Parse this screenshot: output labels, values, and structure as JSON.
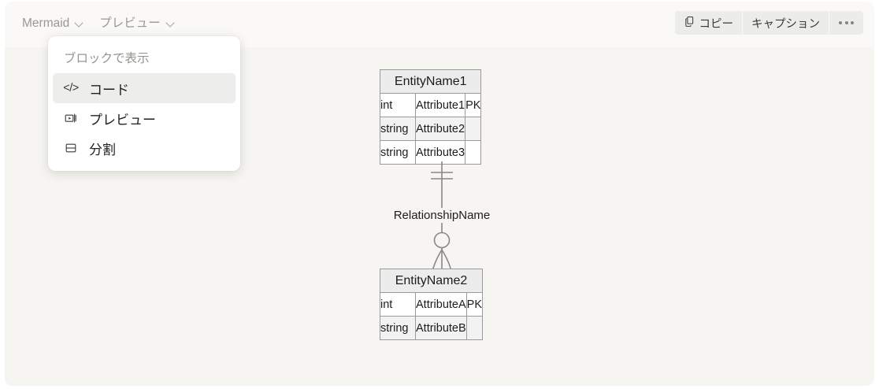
{
  "header": {
    "left_buttons": [
      {
        "label": "Mermaid",
        "icon": "chevron-down-icon"
      },
      {
        "label": "プレビュー",
        "icon": "chevron-down-icon"
      }
    ],
    "toolbar": {
      "copy_label": "コピー",
      "copy_icon": "copy-icon",
      "caption_label": "キャプション",
      "overflow_icon": "ellipsis-icon"
    }
  },
  "menu": {
    "title": "ブロックで表示",
    "items": [
      {
        "label": "コード",
        "icon": "code-icon",
        "active": true
      },
      {
        "label": "プレビュー",
        "icon": "preview-icon",
        "active": false
      },
      {
        "label": "分割",
        "icon": "split-icon",
        "active": false
      }
    ]
  },
  "diagram": {
    "type": "mermaid-er-diagram",
    "relationship": {
      "label": "RelationshipName",
      "from_cardinality": "exactly-one",
      "to_cardinality": "zero-or-many"
    },
    "entities": [
      {
        "name": "EntityName1",
        "attributes": [
          {
            "type": "int",
            "name": "Attribute1",
            "key": "PK"
          },
          {
            "type": "string",
            "name": "Attribute2",
            "key": ""
          },
          {
            "type": "string",
            "name": "Attribute3",
            "key": ""
          }
        ]
      },
      {
        "name": "EntityName2",
        "attributes": [
          {
            "type": "int",
            "name": "AttributeA",
            "key": "PK"
          },
          {
            "type": "string",
            "name": "AttributeB",
            "key": ""
          }
        ]
      }
    ]
  },
  "colors": {
    "page_background": "#ffffff",
    "card_background": "#f6f5f1",
    "header_background": "#faf9f7",
    "entity_header_fill": "#ececec",
    "entity_border": "#9a9a9a",
    "menu_active_fill": "#ededec",
    "toolbar_button_fill": "#ececea"
  }
}
